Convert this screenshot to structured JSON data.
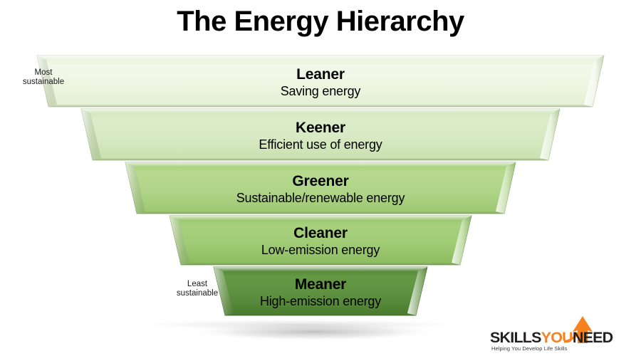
{
  "title": "The Energy Hierarchy",
  "side_labels": {
    "top": "Most\nsustainable",
    "bottom": "Least\nsustainable"
  },
  "chart_data": {
    "type": "funnel",
    "title": "The Energy Hierarchy",
    "orientation": "inverted-pyramid",
    "axis_annotation_top": "Most sustainable",
    "axis_annotation_bottom": "Least sustainable",
    "levels": [
      {
        "rank": 1,
        "name": "Leaner",
        "description": "Saving energy",
        "color": "#eaf4de"
      },
      {
        "rank": 2,
        "name": "Keener",
        "description": "Efficient use of energy",
        "color": "#d7eac3"
      },
      {
        "rank": 3,
        "name": "Greener",
        "description": "Sustainable/renewable energy",
        "color": "#aed486"
      },
      {
        "rank": 4,
        "name": "Cleaner",
        "description": "Low-emission energy",
        "color": "#9ecb74"
      },
      {
        "rank": 5,
        "name": "Meaner",
        "description": "High-emission energy",
        "color": "#5d9140"
      }
    ]
  },
  "logo": {
    "part1": "SKILLS",
    "part2": "YOU",
    "part3": "NEED",
    "tagline": "Helping You Develop Life Skills",
    "accent_color": "#f5821f",
    "text_color": "#231f20"
  }
}
